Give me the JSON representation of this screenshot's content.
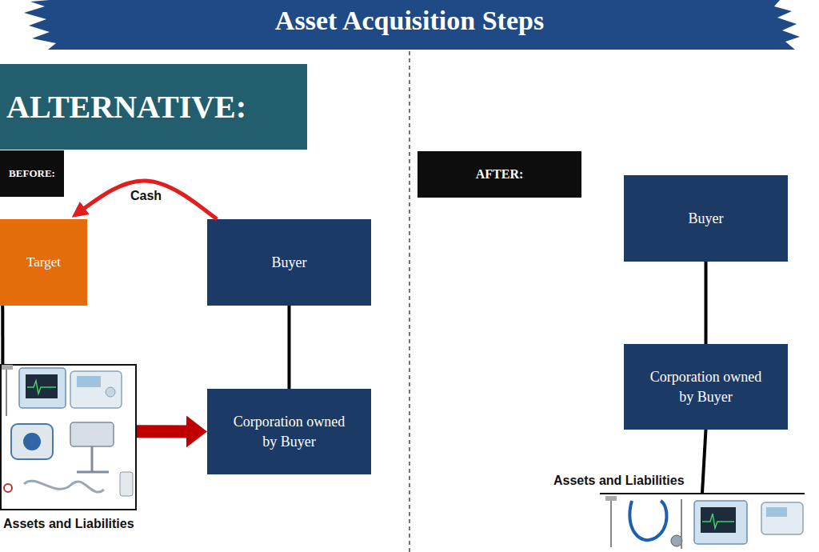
{
  "diagram": {
    "title": "Asset Acquisition Steps",
    "nodes": [
      {
        "text": [
          "ALTERNATIVE:"
        ]
      },
      {
        "text": [
          "BEFORE:"
        ]
      },
      {
        "text": [
          "Target"
        ]
      },
      {
        "text": [
          "Buyer"
        ]
      },
      {
        "text": [
          "Assets and Liabilities"
        ]
      },
      {
        "text": [
          "Corporation owned by Buyer"
        ]
      },
      {
        "text": [
          "AFTER:"
        ]
      },
      {
        "text": [
          "Buyer"
        ]
      },
      {
        "text": [
          "Corporation owned by Buyer"
        ]
      },
      {
        "text": [
          "Assets and Liabilities"
        ]
      }
    ],
    "edges": [
      {
        "from": 3,
        "to": 2,
        "arrow": "to",
        "label": "Cash"
      },
      {
        "from": 2,
        "to": 4,
        "arrow": "none"
      },
      {
        "from": 4,
        "to": 5,
        "arrow": "to"
      },
      {
        "from": 3,
        "to": 5,
        "arrow": "none"
      },
      {
        "from": 7,
        "to": 8,
        "arrow": "none"
      },
      {
        "from": 8,
        "to": 9,
        "arrow": "none"
      }
    ]
  }
}
